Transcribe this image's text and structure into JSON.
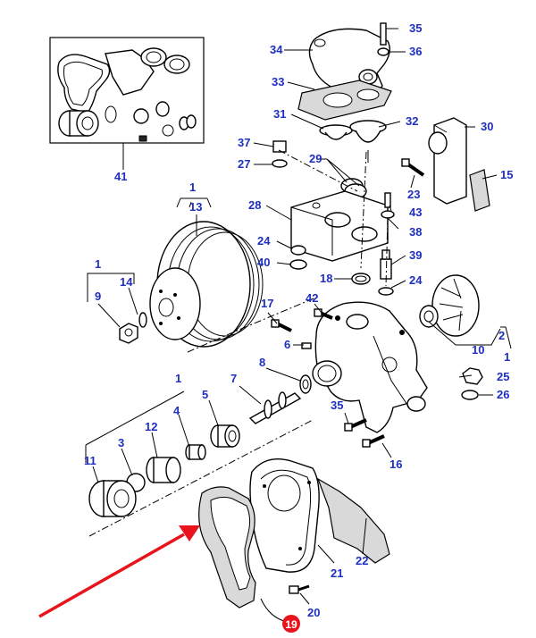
{
  "callouts": [
    {
      "id": "c35a",
      "text": "35"
    },
    {
      "id": "c36",
      "text": "36"
    },
    {
      "id": "c34",
      "text": "34"
    },
    {
      "id": "c33",
      "text": "33"
    },
    {
      "id": "c31",
      "text": "31"
    },
    {
      "id": "c32",
      "text": "32"
    },
    {
      "id": "c30",
      "text": "30"
    },
    {
      "id": "c37",
      "text": "37"
    },
    {
      "id": "c29",
      "text": "29"
    },
    {
      "id": "c27",
      "text": "27"
    },
    {
      "id": "c15",
      "text": "15"
    },
    {
      "id": "c23",
      "text": "23"
    },
    {
      "id": "c41",
      "text": "41"
    },
    {
      "id": "c1a",
      "text": "1"
    },
    {
      "id": "c13",
      "text": "13"
    },
    {
      "id": "c28",
      "text": "28"
    },
    {
      "id": "c43",
      "text": "43"
    },
    {
      "id": "c38",
      "text": "38"
    },
    {
      "id": "c24a",
      "text": "24"
    },
    {
      "id": "c40",
      "text": "40"
    },
    {
      "id": "c39",
      "text": "39"
    },
    {
      "id": "c1b",
      "text": "1"
    },
    {
      "id": "c18",
      "text": "18"
    },
    {
      "id": "c24b",
      "text": "24"
    },
    {
      "id": "c9",
      "text": "9"
    },
    {
      "id": "c14",
      "text": "14"
    },
    {
      "id": "c42",
      "text": "42"
    },
    {
      "id": "c17",
      "text": "17"
    },
    {
      "id": "c2",
      "text": "2"
    },
    {
      "id": "c10",
      "text": "10"
    },
    {
      "id": "c6",
      "text": "6"
    },
    {
      "id": "c1c",
      "text": "1"
    },
    {
      "id": "c8",
      "text": "8"
    },
    {
      "id": "c25",
      "text": "25"
    },
    {
      "id": "c1d",
      "text": "1"
    },
    {
      "id": "c7",
      "text": "7"
    },
    {
      "id": "c26",
      "text": "26"
    },
    {
      "id": "c5",
      "text": "5"
    },
    {
      "id": "c35b",
      "text": "35"
    },
    {
      "id": "c4",
      "text": "4"
    },
    {
      "id": "c12",
      "text": "12"
    },
    {
      "id": "c3",
      "text": "3"
    },
    {
      "id": "c16",
      "text": "16"
    },
    {
      "id": "c11",
      "text": "11"
    },
    {
      "id": "c22",
      "text": "22"
    },
    {
      "id": "c21",
      "text": "21"
    },
    {
      "id": "c20",
      "text": "20"
    }
  ],
  "highlight": {
    "text": "19",
    "color": "#e8141c"
  },
  "arrow_color": "#e8141c",
  "label_color": "#1f2fbf"
}
